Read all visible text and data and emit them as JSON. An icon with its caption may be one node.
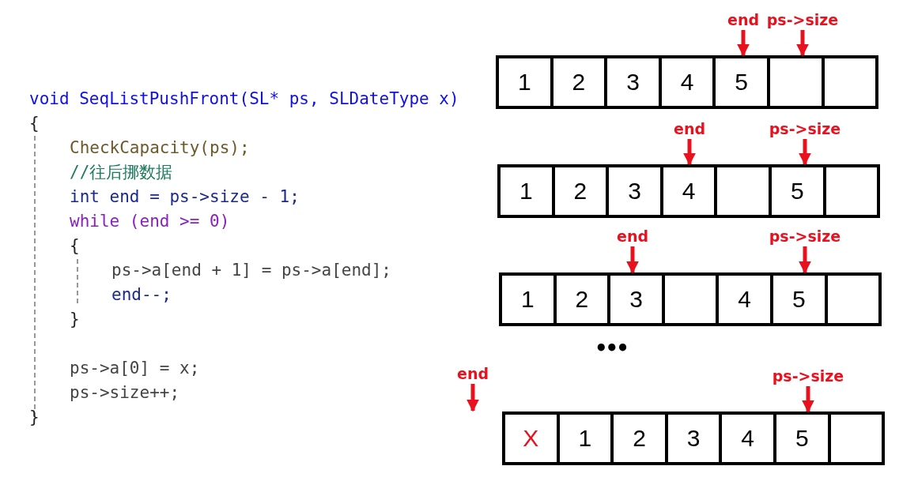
{
  "diagram": {
    "nodes": [
      {
        "text": [
          "end"
        ]
      },
      {
        "text": [
          "ps->size"
        ]
      },
      {
        "text": [
          "1"
        ]
      },
      {
        "text": [
          "2"
        ]
      },
      {
        "text": [
          "3"
        ]
      },
      {
        "text": [
          "4"
        ]
      },
      {
        "text": [
          "5"
        ]
      },
      {
        "text": [],
        "shape": "box"
      },
      {
        "text": [],
        "shape": "box"
      },
      {
        "text": [
          "end"
        ]
      },
      {
        "text": [
          "ps->size"
        ]
      },
      {
        "text": [
          "1"
        ]
      },
      {
        "text": [
          "2"
        ]
      },
      {
        "text": [
          "3"
        ]
      },
      {
        "text": [
          "4"
        ]
      },
      {
        "text": [],
        "shape": "box"
      },
      {
        "text": [
          "5"
        ]
      },
      {
        "text": [],
        "shape": "box"
      },
      {
        "text": [
          "end"
        ]
      },
      {
        "text": [
          "ps->size"
        ]
      },
      {
        "text": [
          "1"
        ]
      },
      {
        "text": [
          "2"
        ]
      },
      {
        "text": [
          "3"
        ]
      },
      {
        "text": [],
        "shape": "box"
      },
      {
        "text": [
          "4"
        ]
      },
      {
        "text": [
          "5"
        ]
      },
      {
        "text": [],
        "shape": "box"
      },
      {
        "text": [
          "end"
        ]
      },
      {
        "text": [
          "ps->size"
        ]
      },
      {
        "text": [
          "X"
        ]
      },
      {
        "text": [
          "1"
        ]
      },
      {
        "text": [
          "2"
        ]
      },
      {
        "text": [
          "3"
        ]
      },
      {
        "text": [
          "4"
        ]
      },
      {
        "text": [
          "5"
        ]
      },
      {
        "text": [],
        "shape": "box"
      }
    ],
    "edges": [
      {
        "from": 0,
        "to": 6,
        "arrow": "to"
      },
      {
        "from": 1,
        "to": 7,
        "arrow": "to"
      },
      {
        "from": 9,
        "to": 14,
        "arrow": "to"
      },
      {
        "from": 10,
        "to": 16,
        "arrow": "to"
      },
      {
        "from": 18,
        "to": 22,
        "arrow": "to"
      },
      {
        "from": 19,
        "to": 25,
        "arrow": "to"
      },
      {
        "from": 27,
        "to": null,
        "arrow": "to"
      },
      {
        "from": 28,
        "to": 34,
        "arrow": "to"
      }
    ],
    "labels": [
      "void SeqListPushFront(SL* ps, SLDateType x)",
      "{",
      "CheckCapacity(ps);",
      "//往后挪数据",
      "int end = ps->size - 1;",
      "while (end >= 0)",
      "{",
      "ps->a[end + 1] = ps->a[end];",
      "end--;",
      "}",
      "ps->a[0] = x;",
      "ps->size++;",
      "}",
      "•••"
    ]
  }
}
